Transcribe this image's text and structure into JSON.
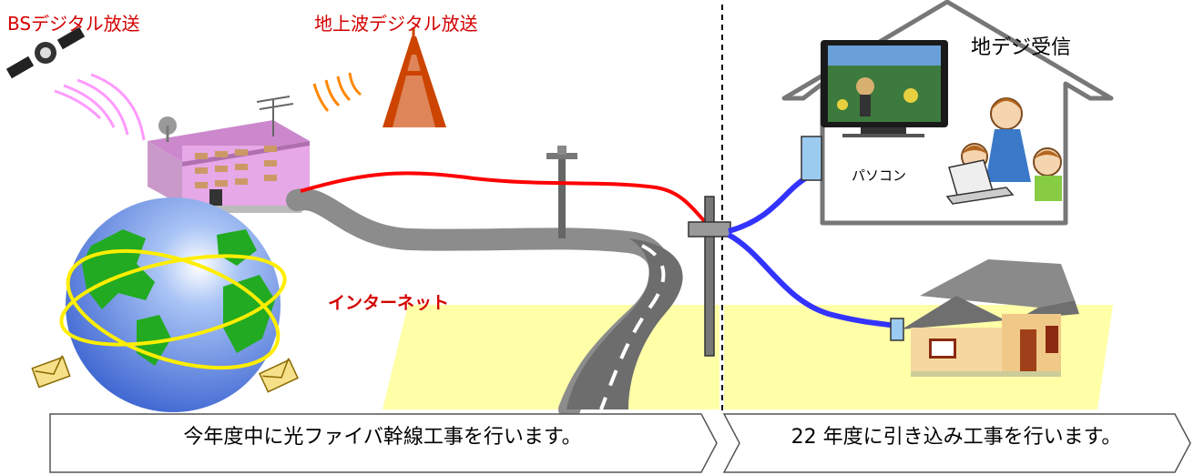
{
  "labels": {
    "bs": "BSデジタル放送",
    "terrestrial": "地上波デジタル放送",
    "house": "地デジ受信",
    "pc": "パソコン",
    "internet": "インターネット",
    "left_banner": "今年度中に光ファイバ幹線工事を行います。",
    "right_banner": "22 年度に引き込み工事を行います。"
  },
  "colors": {
    "label_red": "#d40000",
    "optical_line": "#ff0000",
    "drop_line": "#3333ff",
    "road": "#8c8c8c",
    "yellow_ground": "#ffffa8",
    "globe_ocean": "#4a78e0",
    "globe_land": "#22aa22",
    "orbit": "#ffee00",
    "building": "#e6a8e6",
    "tower": "#cc4400"
  }
}
